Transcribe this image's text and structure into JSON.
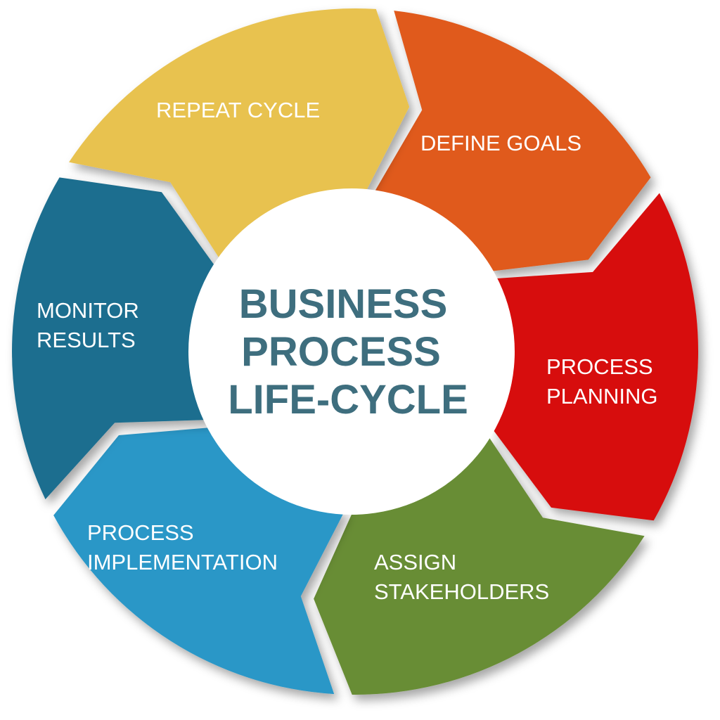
{
  "title": [
    "BUSINESS",
    "PROCESS",
    "LIFE-CYCLE"
  ],
  "segments": [
    {
      "label": [
        "DEFINE GOALS"
      ],
      "color": "#E05A1D"
    },
    {
      "label": [
        "PROCESS",
        "PLANNING"
      ],
      "color": "#D70F0E"
    },
    {
      "label": [
        "ASSIGN",
        "STAKEHOLDERS"
      ],
      "color": "#688D35"
    },
    {
      "label": [
        "PROCESS",
        "IMPLEMENTATION"
      ],
      "color": "#2C97C7"
    },
    {
      "label": [
        "MONITOR",
        "RESULTS"
      ],
      "color": "#1F6E8F"
    },
    {
      "label": [
        "REPEAT CYCLE"
      ],
      "color": "#E8C24F"
    }
  ]
}
